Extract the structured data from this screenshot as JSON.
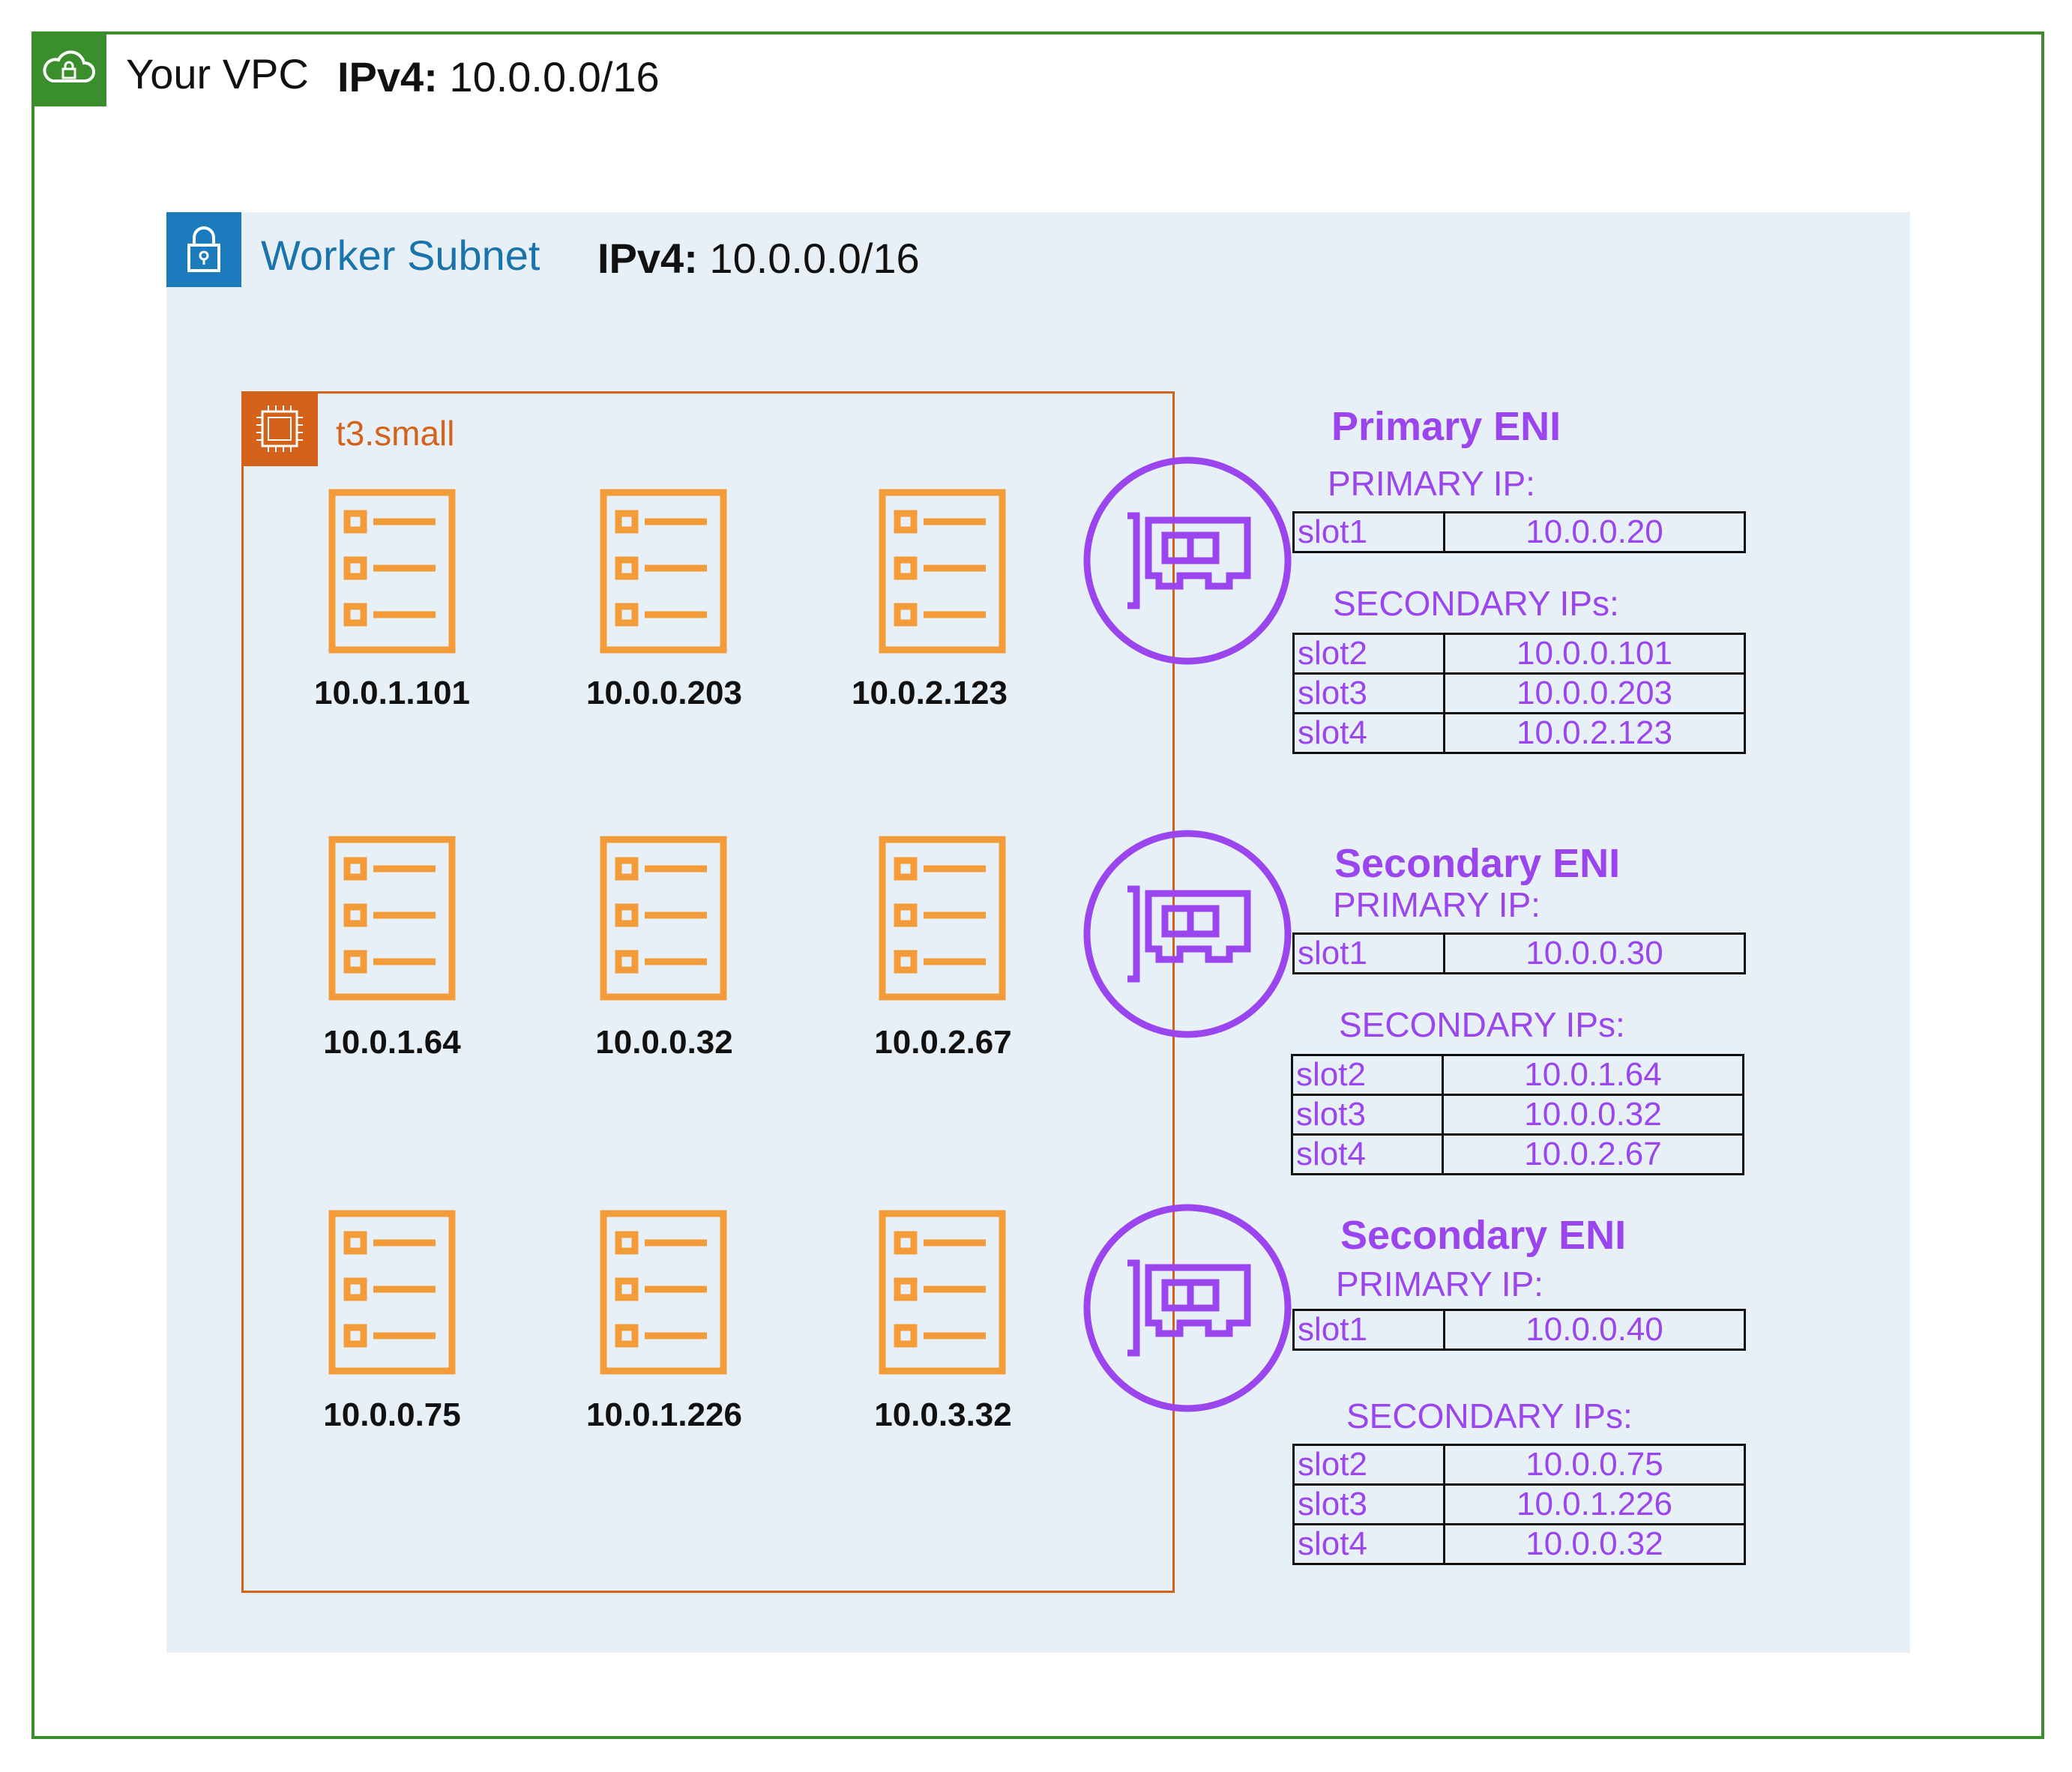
{
  "vpc": {
    "title": "Your VPC",
    "ipv4_key": "IPv4:",
    "ipv4_value": "10.0.0.0/16",
    "icon": "cloud-lock-icon",
    "color": "#3a8e2c"
  },
  "subnet": {
    "title": "Worker Subnet",
    "ipv4_key": "IPv4:",
    "ipv4_value": "10.0.0.0/16",
    "icon": "lock-icon",
    "color": "#1c7bbd",
    "background": "#e6f0f6"
  },
  "instance": {
    "title": "t3.small",
    "icon": "chip-icon",
    "color": "#d4621b"
  },
  "pods": [
    {
      "ip": "10.0.1.101"
    },
    {
      "ip": "10.0.0.203"
    },
    {
      "ip": "10.0.2.123"
    },
    {
      "ip": "10.0.1.64"
    },
    {
      "ip": "10.0.0.32"
    },
    {
      "ip": "10.0.2.67"
    },
    {
      "ip": "10.0.0.75"
    },
    {
      "ip": "10.0.1.226"
    },
    {
      "ip": "10.0.3.32"
    }
  ],
  "enis": [
    {
      "title": "Primary ENI",
      "primary_label": "PRIMARY IP:",
      "primary": {
        "slot": "slot1",
        "ip": "10.0.0.20"
      },
      "secondary_label": "SECONDARY IPs:",
      "secondary": [
        {
          "slot": "slot2",
          "ip": "10.0.0.101"
        },
        {
          "slot": "slot3",
          "ip": "10.0.0.203"
        },
        {
          "slot": "slot4",
          "ip": "10.0.2.123"
        }
      ]
    },
    {
      "title": "Secondary ENI",
      "primary_label": "PRIMARY IP:",
      "primary": {
        "slot": "slot1",
        "ip": "10.0.0.30"
      },
      "secondary_label": "SECONDARY IPs:",
      "secondary": [
        {
          "slot": "slot2",
          "ip": "10.0.1.64"
        },
        {
          "slot": "slot3",
          "ip": "10.0.0.32"
        },
        {
          "slot": "slot4",
          "ip": "10.0.2.67"
        }
      ]
    },
    {
      "title": "Secondary ENI",
      "primary_label": "PRIMARY IP:",
      "primary": {
        "slot": "slot1",
        "ip": "10.0.0.40"
      },
      "secondary_label": "SECONDARY IPs:",
      "secondary": [
        {
          "slot": "slot2",
          "ip": "10.0.0.75"
        },
        {
          "slot": "slot3",
          "ip": "10.0.1.226"
        },
        {
          "slot": "slot4",
          "ip": "10.0.0.32"
        }
      ]
    }
  ],
  "colors": {
    "eni": "#9b45ee",
    "pod": "#f29b38"
  },
  "icons": {
    "pod": "pod-list-icon",
    "eni": "network-card-icon"
  }
}
